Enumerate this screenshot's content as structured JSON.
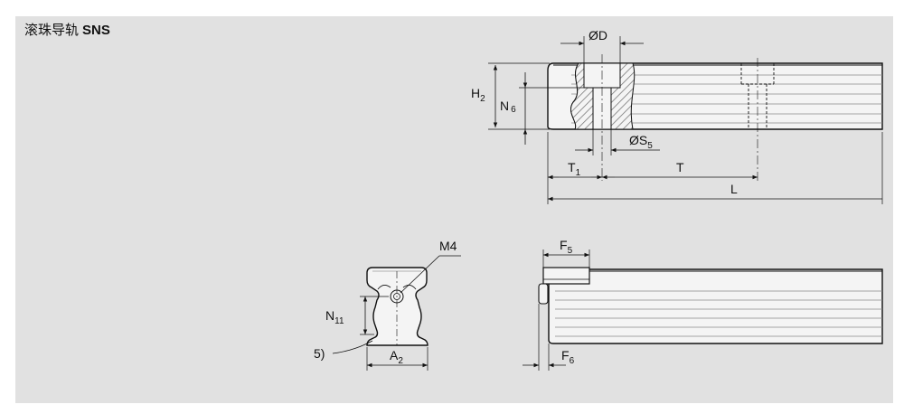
{
  "title": {
    "text": "滚珠导轨",
    "model": "SNS"
  },
  "labels": {
    "D": "ØD",
    "H": "H",
    "H_sub": "2",
    "N6": "N",
    "N6_sub": "6",
    "S5": "ØS",
    "S5_sub": "5",
    "T1": "T",
    "T1_sub": "1",
    "T": "T",
    "L": "L",
    "M4": "M4",
    "N11": "N",
    "N11_sub": "11",
    "note5": "5)",
    "A2": "A",
    "A2_sub": "2",
    "F5": "F",
    "F5_sub": "5",
    "F6": "F",
    "F6_sub": "6"
  },
  "colors": {
    "background": "#e1e1e1",
    "rail_fill": "#f4f4f4",
    "line": "#111111",
    "hatch": "#777777"
  }
}
